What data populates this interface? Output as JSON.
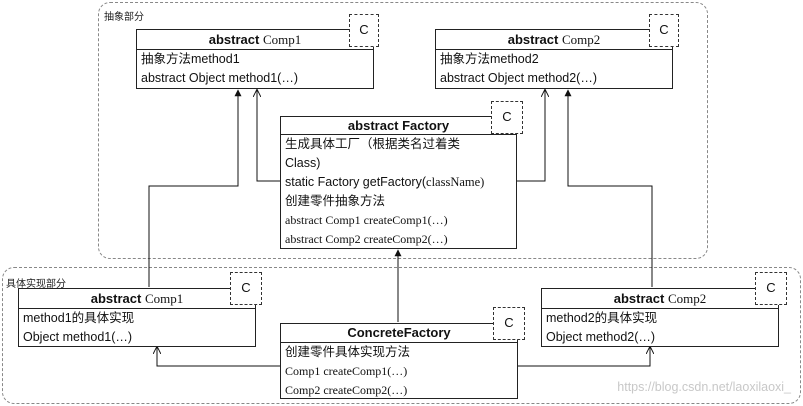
{
  "abstract_region": {
    "label": "抽象部分"
  },
  "concrete_region": {
    "label": "具体实现部分"
  },
  "comp1": {
    "kw": "abstract",
    "name": "Comp1",
    "badge": "C",
    "line1": "抽象方法method1",
    "line2": "abstract Object method1(…)"
  },
  "comp2": {
    "kw": "abstract",
    "name": "Comp2",
    "badge": "C",
    "line1": "抽象方法method2",
    "line2": "abstract Object method2(…)"
  },
  "factory": {
    "title": "abstract Factory",
    "badge": "C",
    "line1": "生成具体工厂（根据类名过着类",
    "line2": "Class)",
    "line3_a": "static Factory getFactory(",
    "line3_b": "className)",
    "line4": "创建零件抽象方法",
    "line5": "abstract Comp1 createComp1(…)",
    "line6": "abstract Comp2 createComp2(…)"
  },
  "impl1": {
    "kw": "abstract",
    "name": "Comp1",
    "badge": "C",
    "line1": "method1的具体实现",
    "line2": "Object method1(…)"
  },
  "impl2": {
    "kw": "abstract",
    "name": "Comp2",
    "badge": "C",
    "line1": "method2的具体实现",
    "line2": "Object method2(…)"
  },
  "concrete_factory": {
    "title": "ConcreteFactory",
    "badge": "C",
    "line1": "创建零件具体实现方法",
    "line2": "Comp1 createComp1(…)",
    "line3": "Comp2 createComp2(…)"
  },
  "watermark": "https://blog.csdn.net/laoxilaoxi_"
}
